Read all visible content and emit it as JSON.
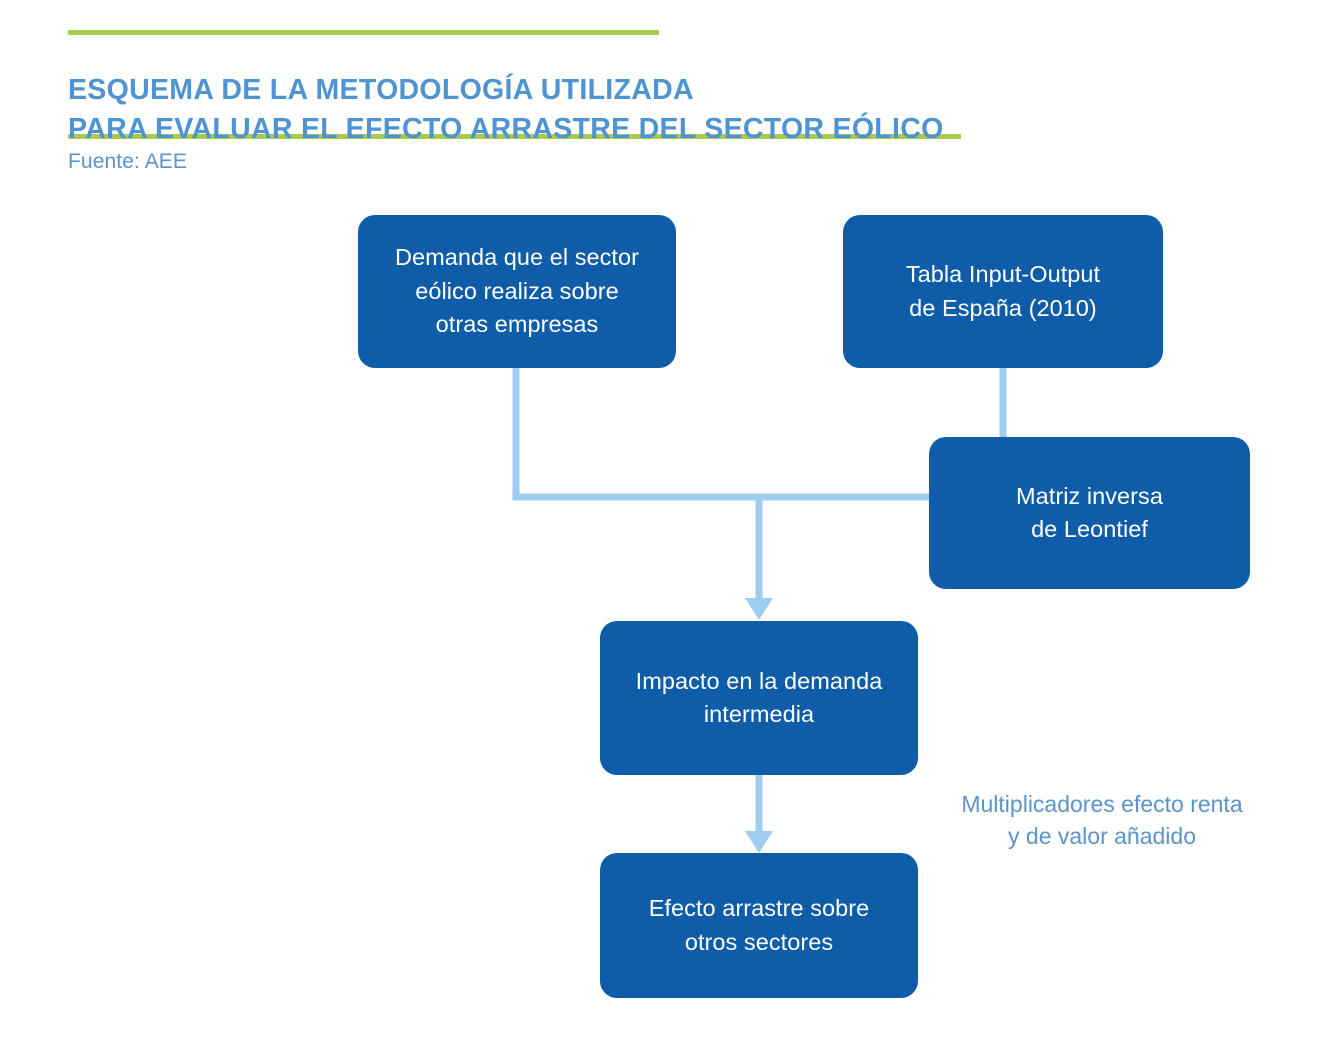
{
  "header": {
    "title": "ESQUEMA DE LA METODOLOGÍA UTILIZADA\nPARA EVALUAR EL EFECTO ARRASTRE DEL SECTOR EÓLICO",
    "source": "Fuente: AEE",
    "rule_color": "#a8ca4f",
    "title_color": "#4e93d2",
    "source_color": "#5b93cc"
  },
  "diagram": {
    "type": "flowchart",
    "node_fill": "#0f5da8",
    "node_text_color": "#ffffff",
    "connector_color": "#9dcdef",
    "nodes": [
      {
        "id": "demanda",
        "label": "Demanda que el sector\neólico realiza sobre\notras empresas"
      },
      {
        "id": "tabla",
        "label": "Tabla Input-Output\nde España (2010)"
      },
      {
        "id": "matriz",
        "label": "Matriz inversa\nde Leontief"
      },
      {
        "id": "impacto",
        "label": "Impacto en la demanda\nintermedia"
      },
      {
        "id": "efecto",
        "label": "Efecto arrastre sobre\notros sectores"
      }
    ],
    "annotations": [
      {
        "id": "multiplicadores",
        "label": "Multiplicadores efecto renta\ny de valor añadido"
      }
    ],
    "edges": [
      {
        "from": "demanda",
        "to": "impacto",
        "style": "elbow-down-right-down",
        "arrow": true
      },
      {
        "from": "tabla",
        "to": "matriz",
        "style": "straight-down",
        "arrow": false
      },
      {
        "from": "matriz",
        "to": "impacto",
        "style": "left-then-down",
        "arrow": true
      },
      {
        "from": "impacto",
        "to": "efecto",
        "style": "straight-down",
        "arrow": true
      }
    ]
  }
}
